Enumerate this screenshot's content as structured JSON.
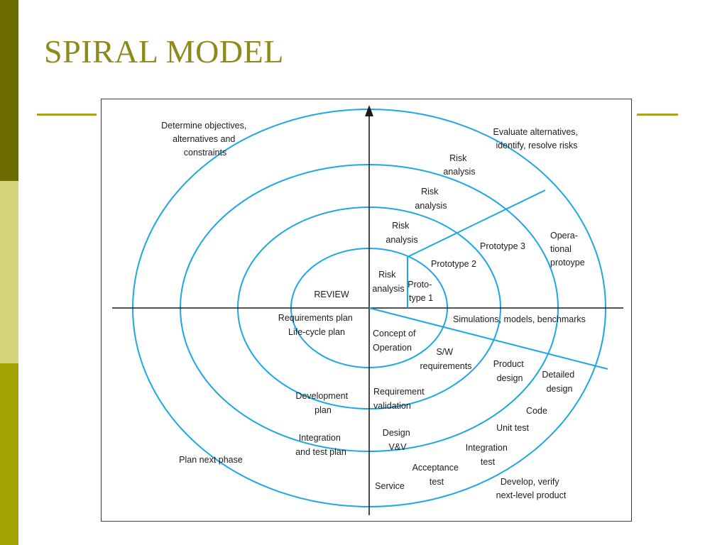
{
  "slide": {
    "title": "SPIRAL MODEL"
  },
  "colors": {
    "sidebar_dark": "#6b6b00",
    "sidebar_light": "#d3d47c",
    "sidebar_mid": "#a3a300",
    "title": "#8c8a1a",
    "spiral": "#1ea7e4",
    "axis": "#1c1c1c"
  },
  "diagram": {
    "quadrants": {
      "top_left": [
        "Determine objectives,",
        "alternatives and",
        "constraints"
      ],
      "top_right": [
        "Evaluate alternatives,",
        "identify, resolve risks"
      ],
      "bottom_left": [
        "Plan next phase"
      ],
      "bottom_right": [
        "Develop, verify",
        "next-level product"
      ]
    },
    "risk_analysis": {
      "r1": [
        "Risk",
        "analysis"
      ],
      "r2": [
        "Risk",
        "analysis"
      ],
      "r3": [
        "Risk",
        "analysis"
      ],
      "r4": [
        "Risk",
        "analysis"
      ]
    },
    "prototypes": {
      "p1": [
        "Proto-",
        "type 1"
      ],
      "p2": "Prototype 2",
      "p3": "Prototype 3",
      "operational": [
        "Opera-",
        "tional",
        "protoype"
      ]
    },
    "planning": {
      "review": "REVIEW",
      "requirements_plan": [
        "Requirements plan",
        "Life-cycle plan"
      ],
      "development_plan": [
        "Development",
        "plan"
      ],
      "integration_plan": [
        "Integration",
        "and test plan"
      ]
    },
    "development": {
      "simulations": "Simulations, models, benchmarks",
      "concept": [
        "Concept of",
        "Operation"
      ],
      "sw_requirements": [
        "S/W",
        "requirements"
      ],
      "product_design": [
        "Product",
        "design"
      ],
      "detailed_design": [
        "Detailed",
        "design"
      ],
      "requirement_validation": [
        "Requirement",
        "validation"
      ],
      "code": "Code",
      "unit_test": "Unit test",
      "design_vv": [
        "Design",
        "V&V"
      ],
      "integration_test": [
        "Integration",
        "test"
      ],
      "acceptance_test": [
        "Acceptance",
        "test"
      ],
      "service": "Service"
    }
  }
}
